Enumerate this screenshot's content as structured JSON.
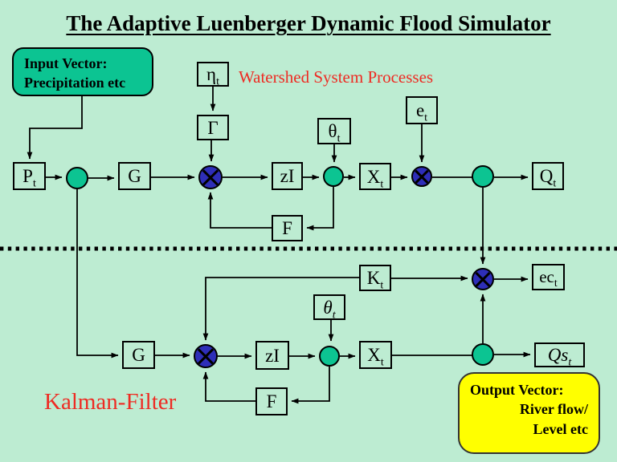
{
  "title": "The Adaptive Luenberger Dynamic Flood Simulator",
  "labels": {
    "watershed": "Watershed System Processes",
    "kalman": "Kalman-Filter"
  },
  "input_vector": {
    "line1": "Input Vector:",
    "line2": "Precipitation etc"
  },
  "output_vector": {
    "line1": "Output Vector:",
    "line2": "River flow/",
    "line3": "Level etc"
  },
  "nodes": {
    "pt": {
      "main": "P",
      "sub": "t"
    },
    "eta": {
      "main": "η",
      "sub": "t"
    },
    "gamma": {
      "main": "Γ"
    },
    "g1": {
      "main": "G"
    },
    "zi1": {
      "main": "zI"
    },
    "theta1": {
      "main": "θ",
      "sub": "t"
    },
    "xt1": {
      "main": "X",
      "sub": "t"
    },
    "et": {
      "main": "e",
      "sub": "t"
    },
    "qt": {
      "main": "Q",
      "sub": "t"
    },
    "f1": {
      "main": "F"
    },
    "kt": {
      "main": "K",
      "sub": "t"
    },
    "ect": {
      "main": "ec",
      "sub": "t"
    },
    "theta2": {
      "main": "θ",
      "sub": "t"
    },
    "g2": {
      "main": "G"
    },
    "zi2": {
      "main": "zI"
    },
    "xt2": {
      "main": "X",
      "sub": "t"
    },
    "qst": {
      "main": "Qs",
      "sub": "t"
    },
    "f2": {
      "main": "F"
    }
  },
  "colors": {
    "background": "#bdecd2",
    "junction_fill": "#0cc492",
    "multiplier_fill": "#2e2eb8",
    "accent_red": "#ee2b23",
    "output_fill": "#ffff00",
    "line": "#000000"
  }
}
